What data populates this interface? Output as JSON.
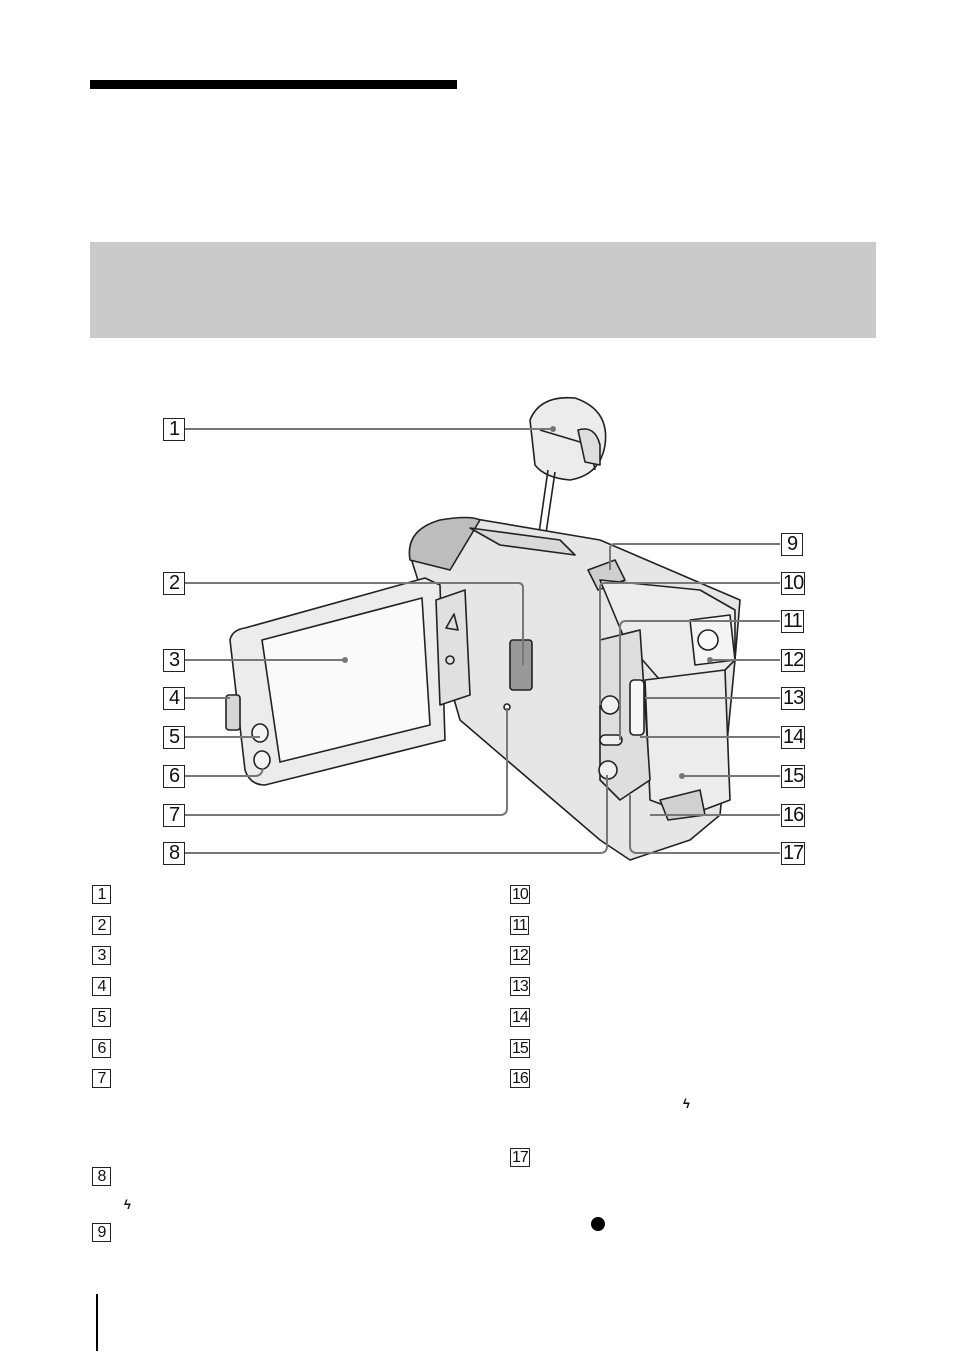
{
  "page": {
    "section_band_color": "#cacaca",
    "title_rule_color": "#000000"
  },
  "diagram": {
    "subject": "camcorder with LCD panel open, lens cap hanging",
    "callouts_left": [
      "1",
      "2",
      "3",
      "4",
      "5",
      "6",
      "7",
      "8"
    ],
    "callouts_right": [
      "9",
      "10",
      "11",
      "12",
      "13",
      "14",
      "15",
      "16",
      "17"
    ]
  },
  "parts_list": {
    "left_column": [
      {
        "num": "1"
      },
      {
        "num": "2"
      },
      {
        "num": "3"
      },
      {
        "num": "4"
      },
      {
        "num": "5"
      },
      {
        "num": "6"
      },
      {
        "num": "7"
      },
      {
        "num": "8",
        "glyph": "flash-icon"
      },
      {
        "num": "9"
      }
    ],
    "right_column": [
      {
        "num": "10"
      },
      {
        "num": "11"
      },
      {
        "num": "12"
      },
      {
        "num": "13"
      },
      {
        "num": "14"
      },
      {
        "num": "15"
      },
      {
        "num": "16",
        "glyph": "flash-icon"
      },
      {
        "num": "17",
        "glyph": "record-dot-icon"
      }
    ],
    "flash_glyph": "ϟ"
  }
}
